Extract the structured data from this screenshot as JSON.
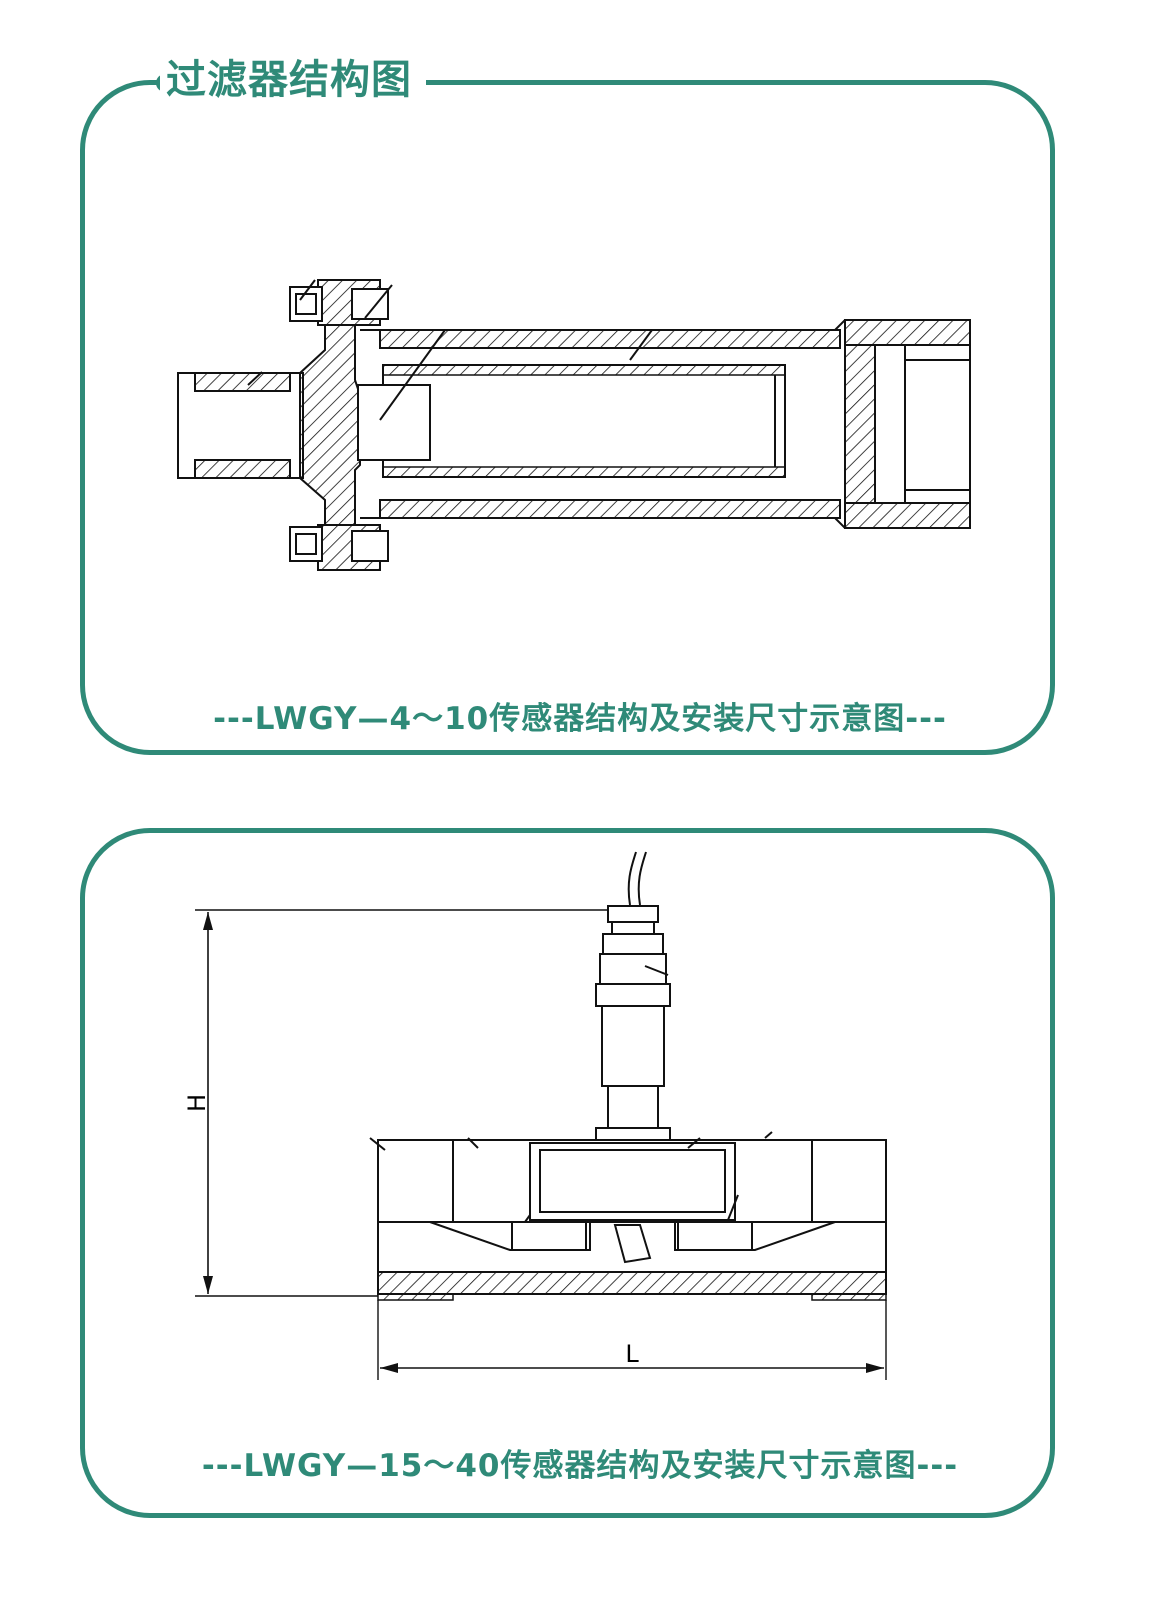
{
  "header": {
    "title": "过滤器结构图"
  },
  "diagram_top": {
    "caption": "---LWGY—4～10传感器结构及安装尺寸示意图---"
  },
  "diagram_bottom": {
    "caption": "---LWGY—15～40传感器结构及安装尺寸示意图---",
    "dim_height_label": "H",
    "dim_length_label": "L"
  },
  "colors": {
    "accent": "#2f8a78",
    "line": "#111111"
  }
}
